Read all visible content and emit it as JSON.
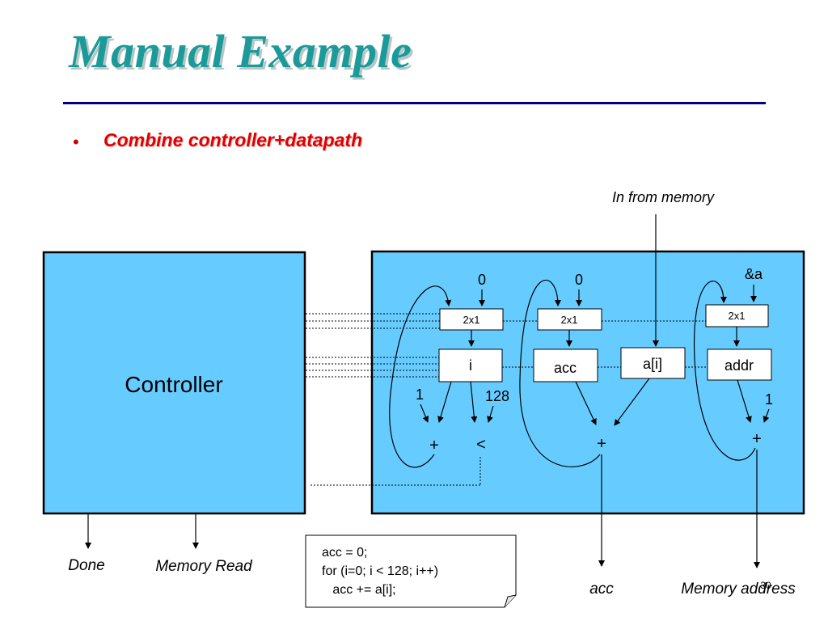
{
  "title": "Manual Example",
  "bullet": "Combine controller+datapath",
  "controller": {
    "label": "Controller"
  },
  "datapath": {
    "input_memory_label": "In from memory",
    "muxes": [
      "2x1",
      "2x1",
      "2x1"
    ],
    "constants": {
      "i_init": "0",
      "acc_init": "0",
      "addr_init": "&a",
      "inc_i": "1",
      "limit": "128",
      "inc_addr": "1"
    },
    "registers": {
      "i": "i",
      "acc": "acc",
      "a_i": "a[i]",
      "addr": "addr"
    },
    "ops": {
      "add_i": "+",
      "compare": "<",
      "add_acc": "+",
      "add_addr": "+"
    }
  },
  "outputs": {
    "done": "Done",
    "memory_read": "Memory Read",
    "acc": "acc",
    "memory_address": "Memory address"
  },
  "code": [
    "acc = 0;",
    "for (i=0; i < 128; i++)",
    "   acc += a[i];"
  ],
  "slide_number": "30",
  "colors": {
    "title": "#1a9a98",
    "rule": "#000080",
    "bullet": "#e00000",
    "box_fill": "#66ccff"
  }
}
